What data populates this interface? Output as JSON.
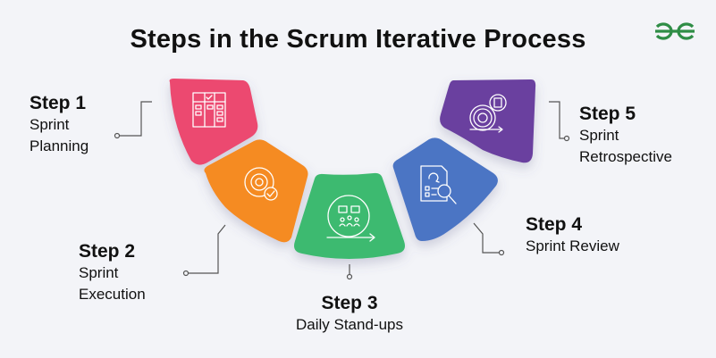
{
  "title": "Steps in the Scrum Iterative Process",
  "logo": {
    "name": "GeeksforGeeks",
    "text": "GfG",
    "color": "#2f8d46"
  },
  "steps": [
    {
      "heading": "Step 1",
      "line1": "Sprint",
      "line2": "Planning",
      "color": "#ec4a6f",
      "icon": "kanban-board-icon"
    },
    {
      "heading": "Step 2",
      "line1": "Sprint",
      "line2": "Execution",
      "color": "#f58b22",
      "icon": "gear-check-icon"
    },
    {
      "heading": "Step 3",
      "line1": "Daily Stand-ups",
      "line2": "",
      "color": "#3dba70",
      "icon": "team-chat-cycle-icon"
    },
    {
      "heading": "Step 4",
      "line1": "Sprint Review",
      "line2": "",
      "color": "#4b74c4",
      "icon": "document-review-magnifier-icon"
    },
    {
      "heading": "Step 5",
      "line1": "Sprint",
      "line2": "Retrospective",
      "color": "#6a3f9f",
      "icon": "gear-cycle-document-icon"
    }
  ]
}
